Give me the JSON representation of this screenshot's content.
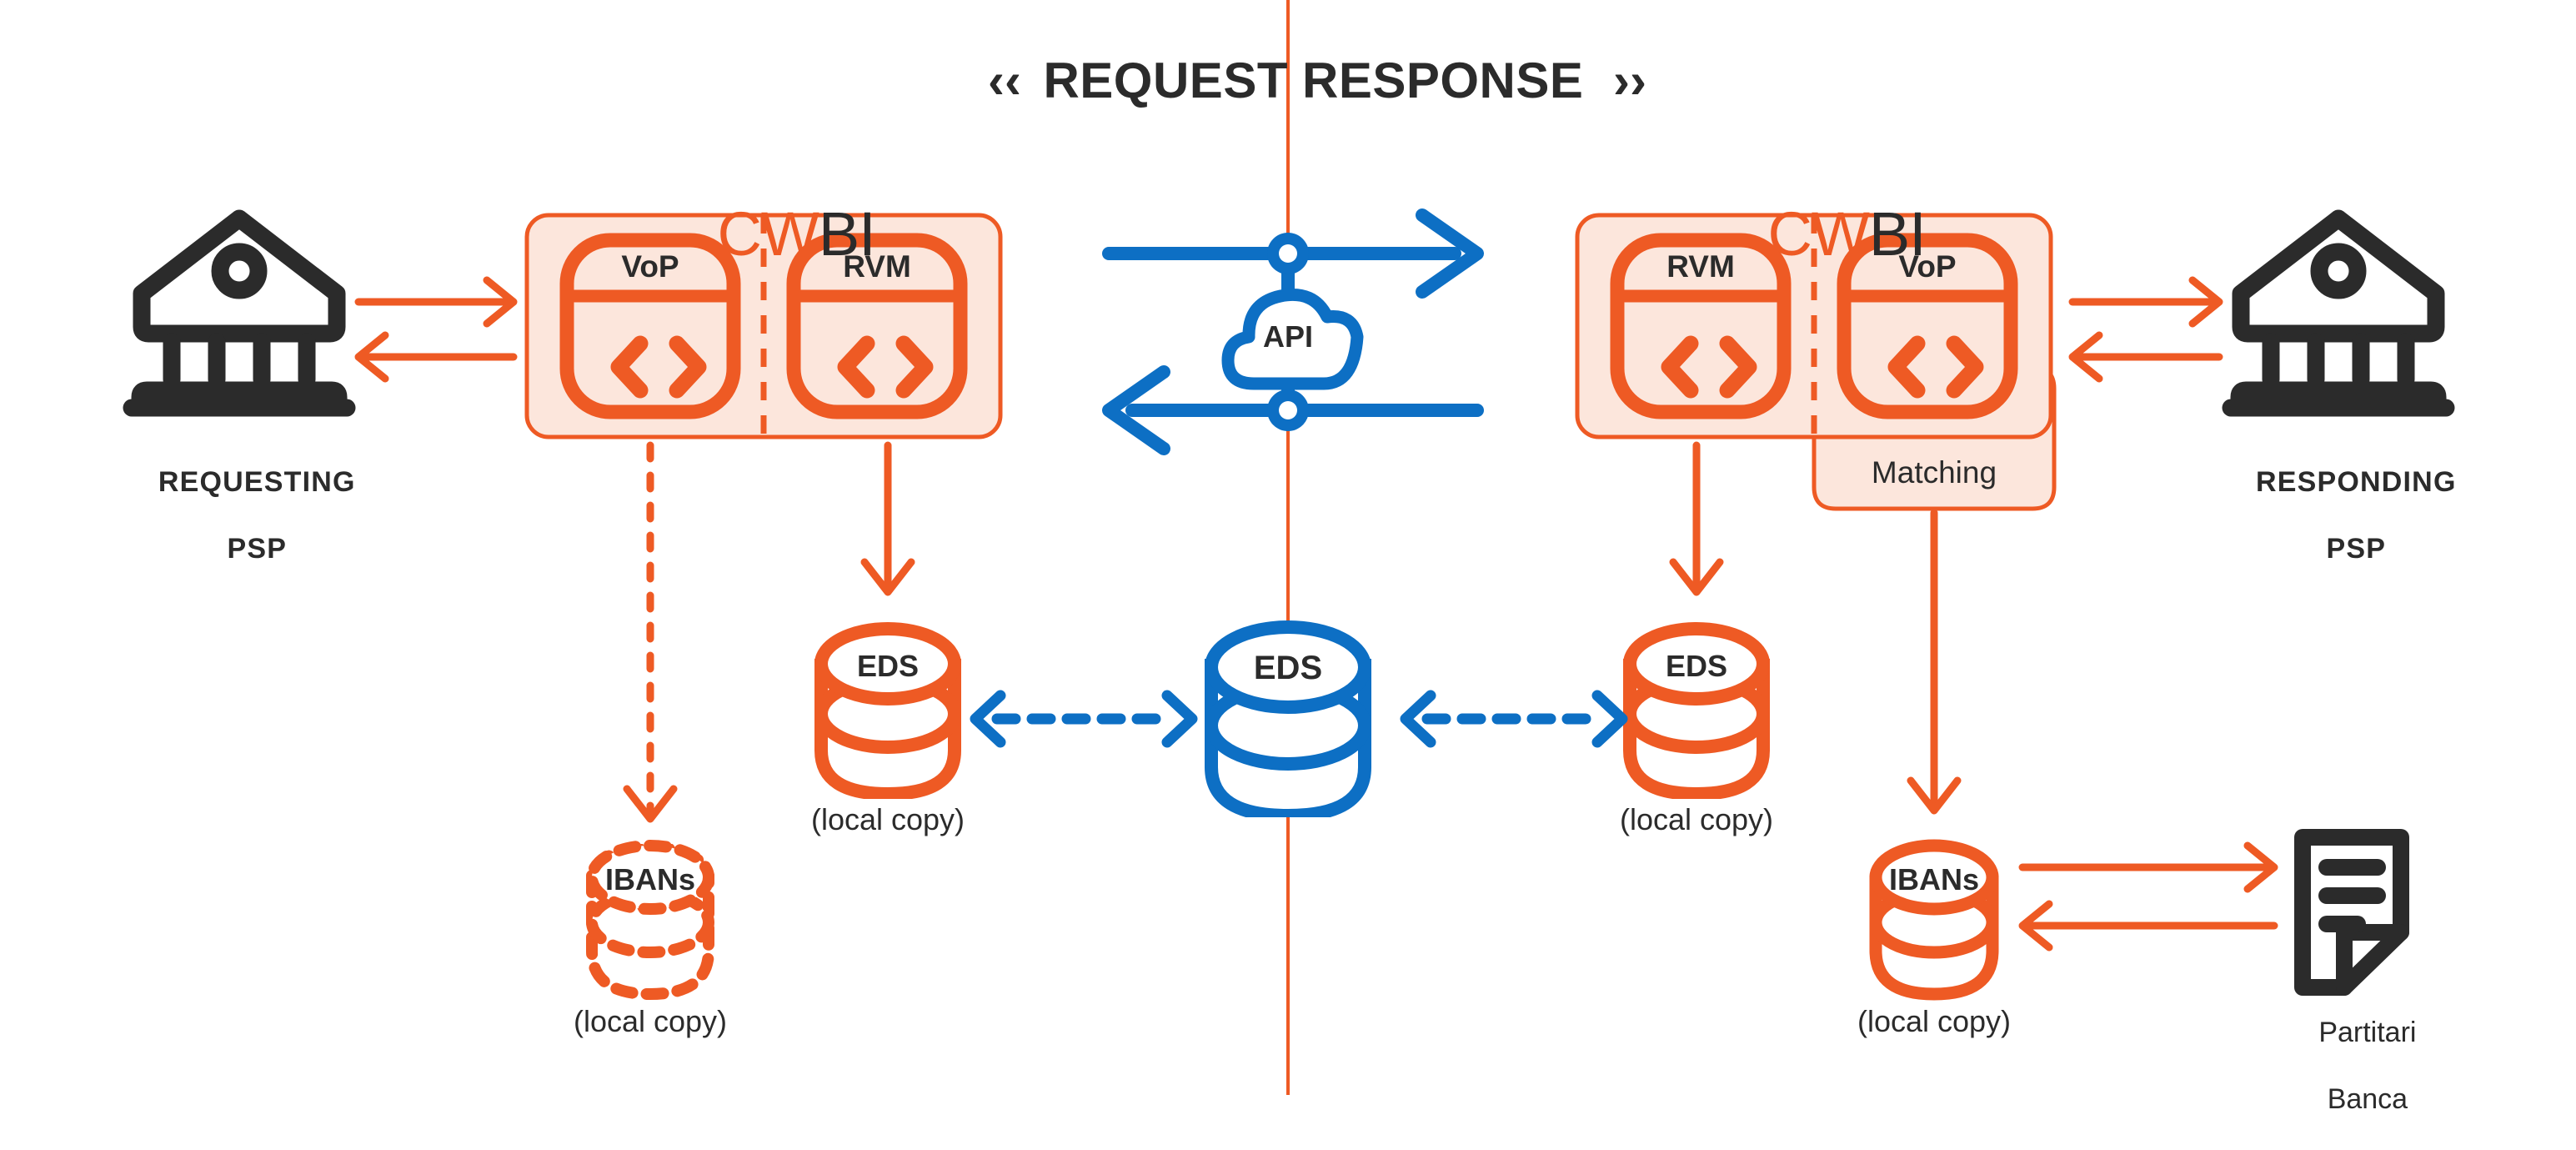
{
  "header": {
    "left_chevrons": "‹‹",
    "request_label": "REQUEST",
    "response_label": "RESPONSE",
    "right_chevrons": "››"
  },
  "colors": {
    "orange": "#EE5A24",
    "orange_fill": "#FCE6DC",
    "blue": "#0D6FC4",
    "dark": "#2B2B2B",
    "white": "#FFFFFF"
  },
  "logos": [
    {
      "name": "cwbi-logo-left",
      "part_orange": "CW",
      "part_dark": "BI"
    },
    {
      "name": "cwbi-logo-right",
      "part_orange": "CW",
      "part_dark": "BI"
    }
  ],
  "actors": {
    "left": {
      "label_line1": "REQUESTING",
      "label_line2": "PSP",
      "icon": "bank-icon"
    },
    "right": {
      "label_line1": "RESPONDING",
      "label_line2": "PSP",
      "icon": "bank-icon"
    }
  },
  "panels": {
    "left": {
      "name": "cwbi-panel-left",
      "modules": [
        {
          "label": "VoP",
          "icon": "code-window-icon"
        },
        {
          "label": "RVM",
          "icon": "code-window-icon"
        }
      ],
      "divider": "dashed"
    },
    "right": {
      "name": "cwbi-panel-right",
      "modules": [
        {
          "label": "RVM",
          "icon": "code-window-icon"
        },
        {
          "label": "VoP",
          "icon": "code-window-icon"
        }
      ],
      "divider": "dashed",
      "extension_label": "Matching"
    }
  },
  "center": {
    "api": {
      "label": "API",
      "icon": "cloud-icon"
    },
    "eds": {
      "label": "EDS",
      "icon": "database-icon",
      "style": "solid",
      "color": "blue"
    },
    "divider_line": "vertical-orange-line"
  },
  "datastores": [
    {
      "name": "eds-local-left",
      "label": "EDS",
      "caption": "(local copy)",
      "style": "solid",
      "color": "orange"
    },
    {
      "name": "eds-local-right",
      "label": "EDS",
      "caption": "(local copy)",
      "style": "solid",
      "color": "orange"
    },
    {
      "name": "ibans-local-left",
      "label": "IBANs",
      "caption": "(local copy)",
      "style": "dashed",
      "color": "orange"
    },
    {
      "name": "ibans-local-right",
      "label": "IBANs",
      "caption": "(local copy)",
      "style": "solid",
      "color": "orange"
    }
  ],
  "document": {
    "label_line1": "Partitari",
    "label_line2": "Banca",
    "icon": "document-icon"
  },
  "flows": [
    {
      "name": "flow-left-psp-to-cwbi",
      "direction": "right",
      "style": "solid",
      "color": "orange"
    },
    {
      "name": "flow-left-cwbi-to-psp",
      "direction": "left",
      "style": "solid",
      "color": "orange"
    },
    {
      "name": "flow-right-cwbi-to-psp",
      "direction": "right",
      "style": "solid",
      "color": "orange"
    },
    {
      "name": "flow-right-psp-to-cwbi",
      "direction": "left",
      "style": "solid",
      "color": "orange"
    },
    {
      "name": "flow-request-api",
      "direction": "right",
      "style": "solid",
      "color": "blue"
    },
    {
      "name": "flow-response-api",
      "direction": "left",
      "style": "solid",
      "color": "blue"
    },
    {
      "name": "flow-eds-sync-left",
      "direction": "both",
      "style": "dashed",
      "color": "blue"
    },
    {
      "name": "flow-eds-sync-right",
      "direction": "both",
      "style": "dashed",
      "color": "blue"
    },
    {
      "name": "flow-vop-to-ibans-left",
      "direction": "down",
      "style": "dashed",
      "color": "orange"
    },
    {
      "name": "flow-rvm-to-eds-left",
      "direction": "down",
      "style": "solid",
      "color": "orange"
    },
    {
      "name": "flow-rvm-to-eds-right",
      "direction": "down",
      "style": "solid",
      "color": "orange"
    },
    {
      "name": "flow-matching-to-ibans",
      "direction": "down",
      "style": "solid",
      "color": "orange"
    },
    {
      "name": "flow-ibans-to-doc",
      "direction": "right",
      "style": "solid",
      "color": "orange"
    },
    {
      "name": "flow-doc-to-ibans",
      "direction": "left",
      "style": "solid",
      "color": "orange"
    }
  ]
}
